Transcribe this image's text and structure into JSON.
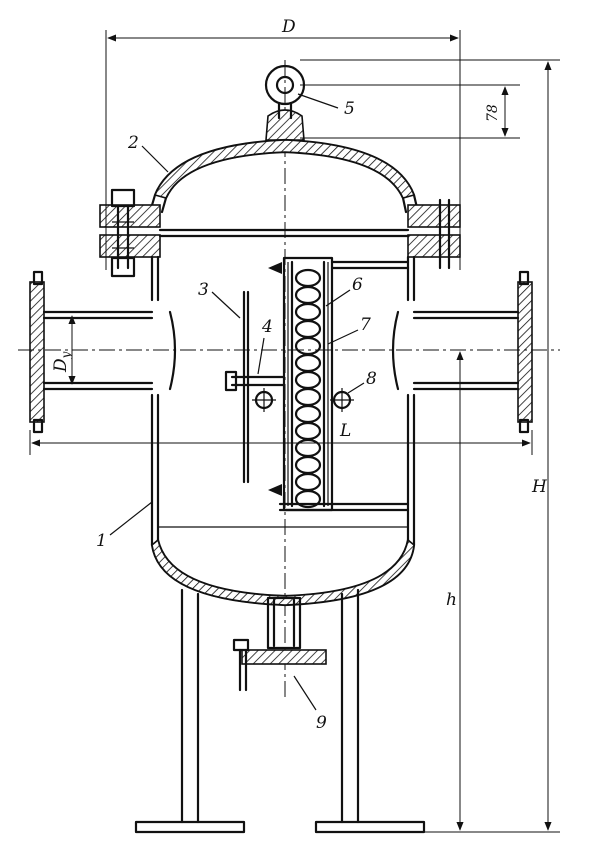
{
  "dimensions": {
    "D": "D",
    "L": "L",
    "H": "H",
    "h": "h",
    "Dy": "Dy",
    "lug_height": "78"
  },
  "callouts": [
    {
      "id": "1",
      "text": "1"
    },
    {
      "id": "2",
      "text": "2"
    },
    {
      "id": "3",
      "text": "3"
    },
    {
      "id": "4",
      "text": "4"
    },
    {
      "id": "5",
      "text": "5"
    },
    {
      "id": "6",
      "text": "6"
    },
    {
      "id": "7",
      "text": "7"
    },
    {
      "id": "8",
      "text": "8"
    },
    {
      "id": "9",
      "text": "9"
    }
  ]
}
